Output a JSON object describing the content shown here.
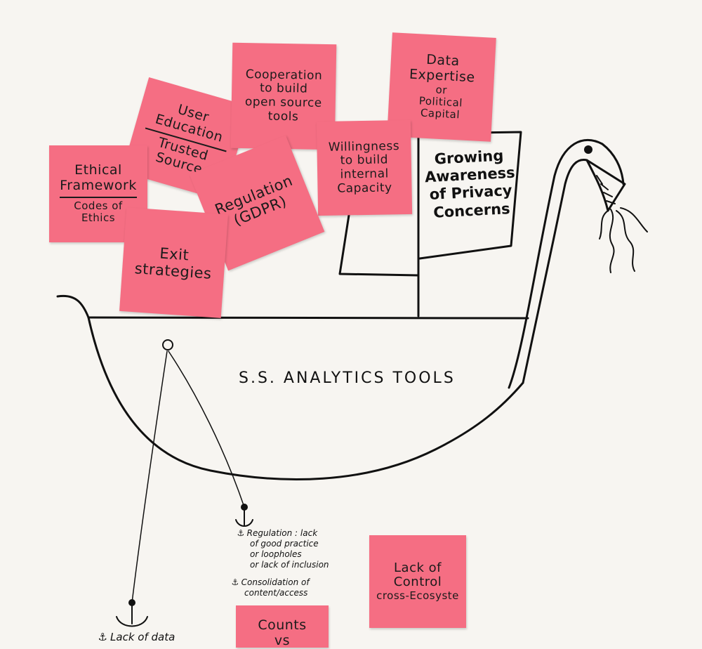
{
  "sticky_notes": {
    "user_education": {
      "line1": "User",
      "line2": "Education",
      "sub1": "Trusted",
      "sub2": "Source"
    },
    "cooperation": {
      "line1": "Cooperation",
      "line2": "to build",
      "line3": "open source",
      "line4": "tools"
    },
    "data_expertise": {
      "line1": "Data",
      "line2": "Expertise",
      "line3": "or",
      "line4": "Political",
      "line5": "Capital"
    },
    "willingness": {
      "line1": "Willingness",
      "line2": "to build",
      "line3": "internal",
      "line4": "Capacity"
    },
    "ethical_framework": {
      "line1": "Ethical",
      "line2": "Framework",
      "sub1": "Codes of",
      "sub2": "Ethics"
    },
    "regulation": {
      "line1": "Regulation",
      "line2": "(GDPR)"
    },
    "exit_strategies": {
      "line1": "Exit",
      "line2": "strategies"
    },
    "lack_of_control": {
      "line1": "Lack of",
      "line2": "Control",
      "line3": "cross-Ecosyste"
    },
    "counts": {
      "line1": "Counts",
      "line2": "vs"
    }
  },
  "sail": {
    "line1": "Growing",
    "line2": "Awareness",
    "line3": "of Privacy",
    "line4": "Concerns"
  },
  "boat": {
    "label": "S.S. ANALYTICS TOOLS"
  },
  "anchors": {
    "regulation_note": {
      "line1": "Regulation : lack",
      "line2": "of good practice",
      "line3": "or loopholes",
      "line4": "or lack of inclusion"
    },
    "consolidation_note": {
      "line1": "Consolidation of",
      "line2": "content/access"
    },
    "lack_of_data": {
      "line1": "Lack of data"
    }
  },
  "colors": {
    "sticky": "#f56e83",
    "paper": "#f7f5f1",
    "ink": "#111111"
  }
}
